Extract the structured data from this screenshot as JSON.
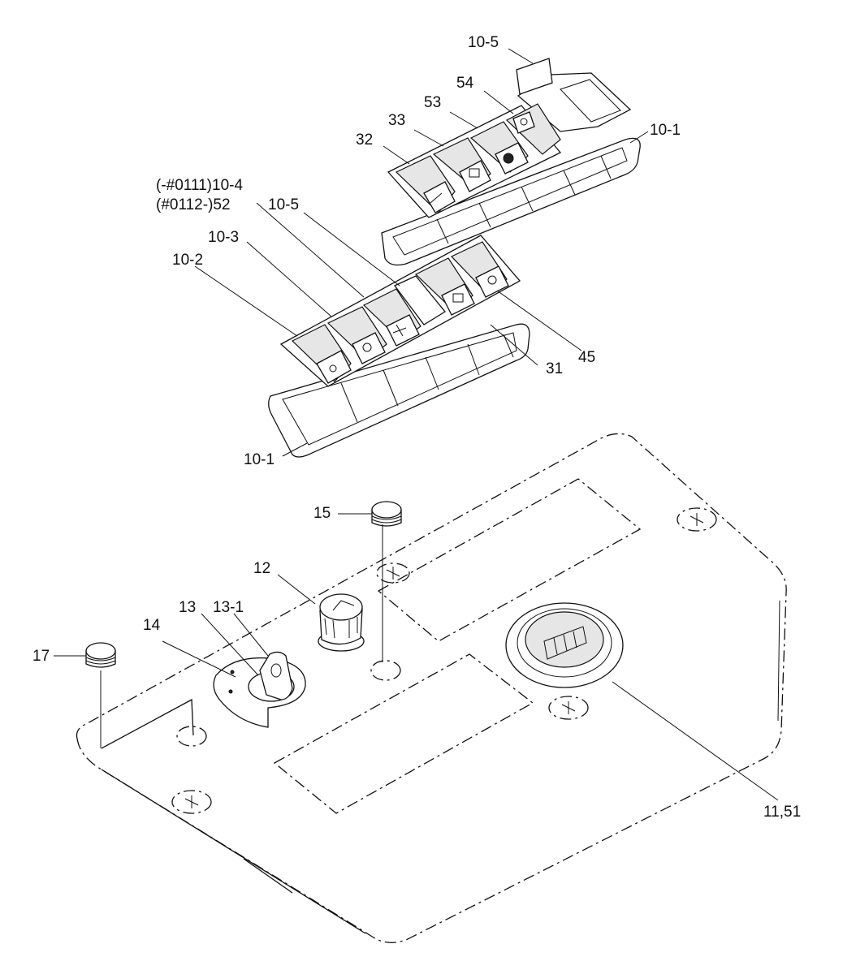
{
  "diagram": {
    "labels": {
      "l_10_5_top": "10-5",
      "l_54": "54",
      "l_53": "53",
      "l_33": "33",
      "l_32": "32",
      "l_10_1_top": "10-1",
      "l_10_4": "(-#0111)10-4",
      "l_52": "(#0112-)52",
      "l_10_5_mid": "10-5",
      "l_10_3": "10-3",
      "l_10_2": "10-2",
      "l_31": "31",
      "l_45": "45",
      "l_10_1_bot": "10-1",
      "l_15": "15",
      "l_12": "12",
      "l_13": "13",
      "l_13_1": "13-1",
      "l_14": "14",
      "l_17": "17",
      "l_11_51": "11,51"
    }
  }
}
